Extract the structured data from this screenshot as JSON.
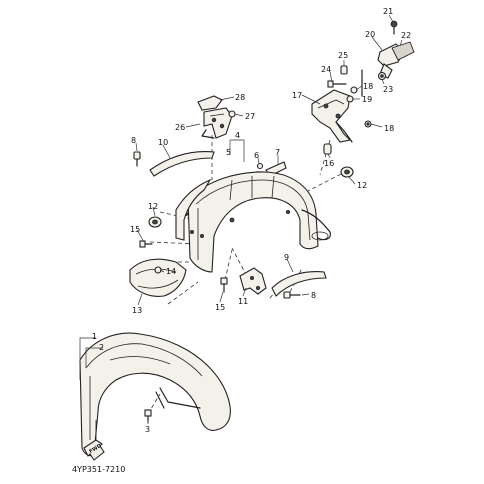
{
  "callouts": [
    {
      "id": "c21",
      "text": "21"
    },
    {
      "id": "c20",
      "text": "20"
    },
    {
      "id": "c22",
      "text": "22"
    },
    {
      "id": "c25",
      "text": "25"
    },
    {
      "id": "c24",
      "text": "24"
    },
    {
      "id": "c23",
      "text": "23"
    },
    {
      "id": "c17",
      "text": "17"
    },
    {
      "id": "c18a",
      "text": "18"
    },
    {
      "id": "c19",
      "text": "19"
    },
    {
      "id": "c18b",
      "text": "18"
    },
    {
      "id": "c28",
      "text": "28"
    },
    {
      "id": "c27",
      "text": "27"
    },
    {
      "id": "c26",
      "text": "26"
    },
    {
      "id": "c8a",
      "text": "8"
    },
    {
      "id": "c10",
      "text": "10"
    },
    {
      "id": "c4",
      "text": "4"
    },
    {
      "id": "c5",
      "text": "5"
    },
    {
      "id": "c6",
      "text": "6"
    },
    {
      "id": "c7",
      "text": "7"
    },
    {
      "id": "c16",
      "text": "16"
    },
    {
      "id": "c12a",
      "text": "12"
    },
    {
      "id": "c12b",
      "text": "12"
    },
    {
      "id": "c15a",
      "text": "15"
    },
    {
      "id": "c14",
      "text": "14"
    },
    {
      "id": "c13",
      "text": "13"
    },
    {
      "id": "c11",
      "text": "11"
    },
    {
      "id": "c9",
      "text": "9"
    },
    {
      "id": "c15b",
      "text": "15"
    },
    {
      "id": "c8b",
      "text": "8"
    },
    {
      "id": "c1",
      "text": "1"
    },
    {
      "id": "c2",
      "text": "2"
    },
    {
      "id": "c3",
      "text": "3"
    }
  ],
  "fwd_label": "FWD",
  "diagram_code": "4YP351-7210"
}
